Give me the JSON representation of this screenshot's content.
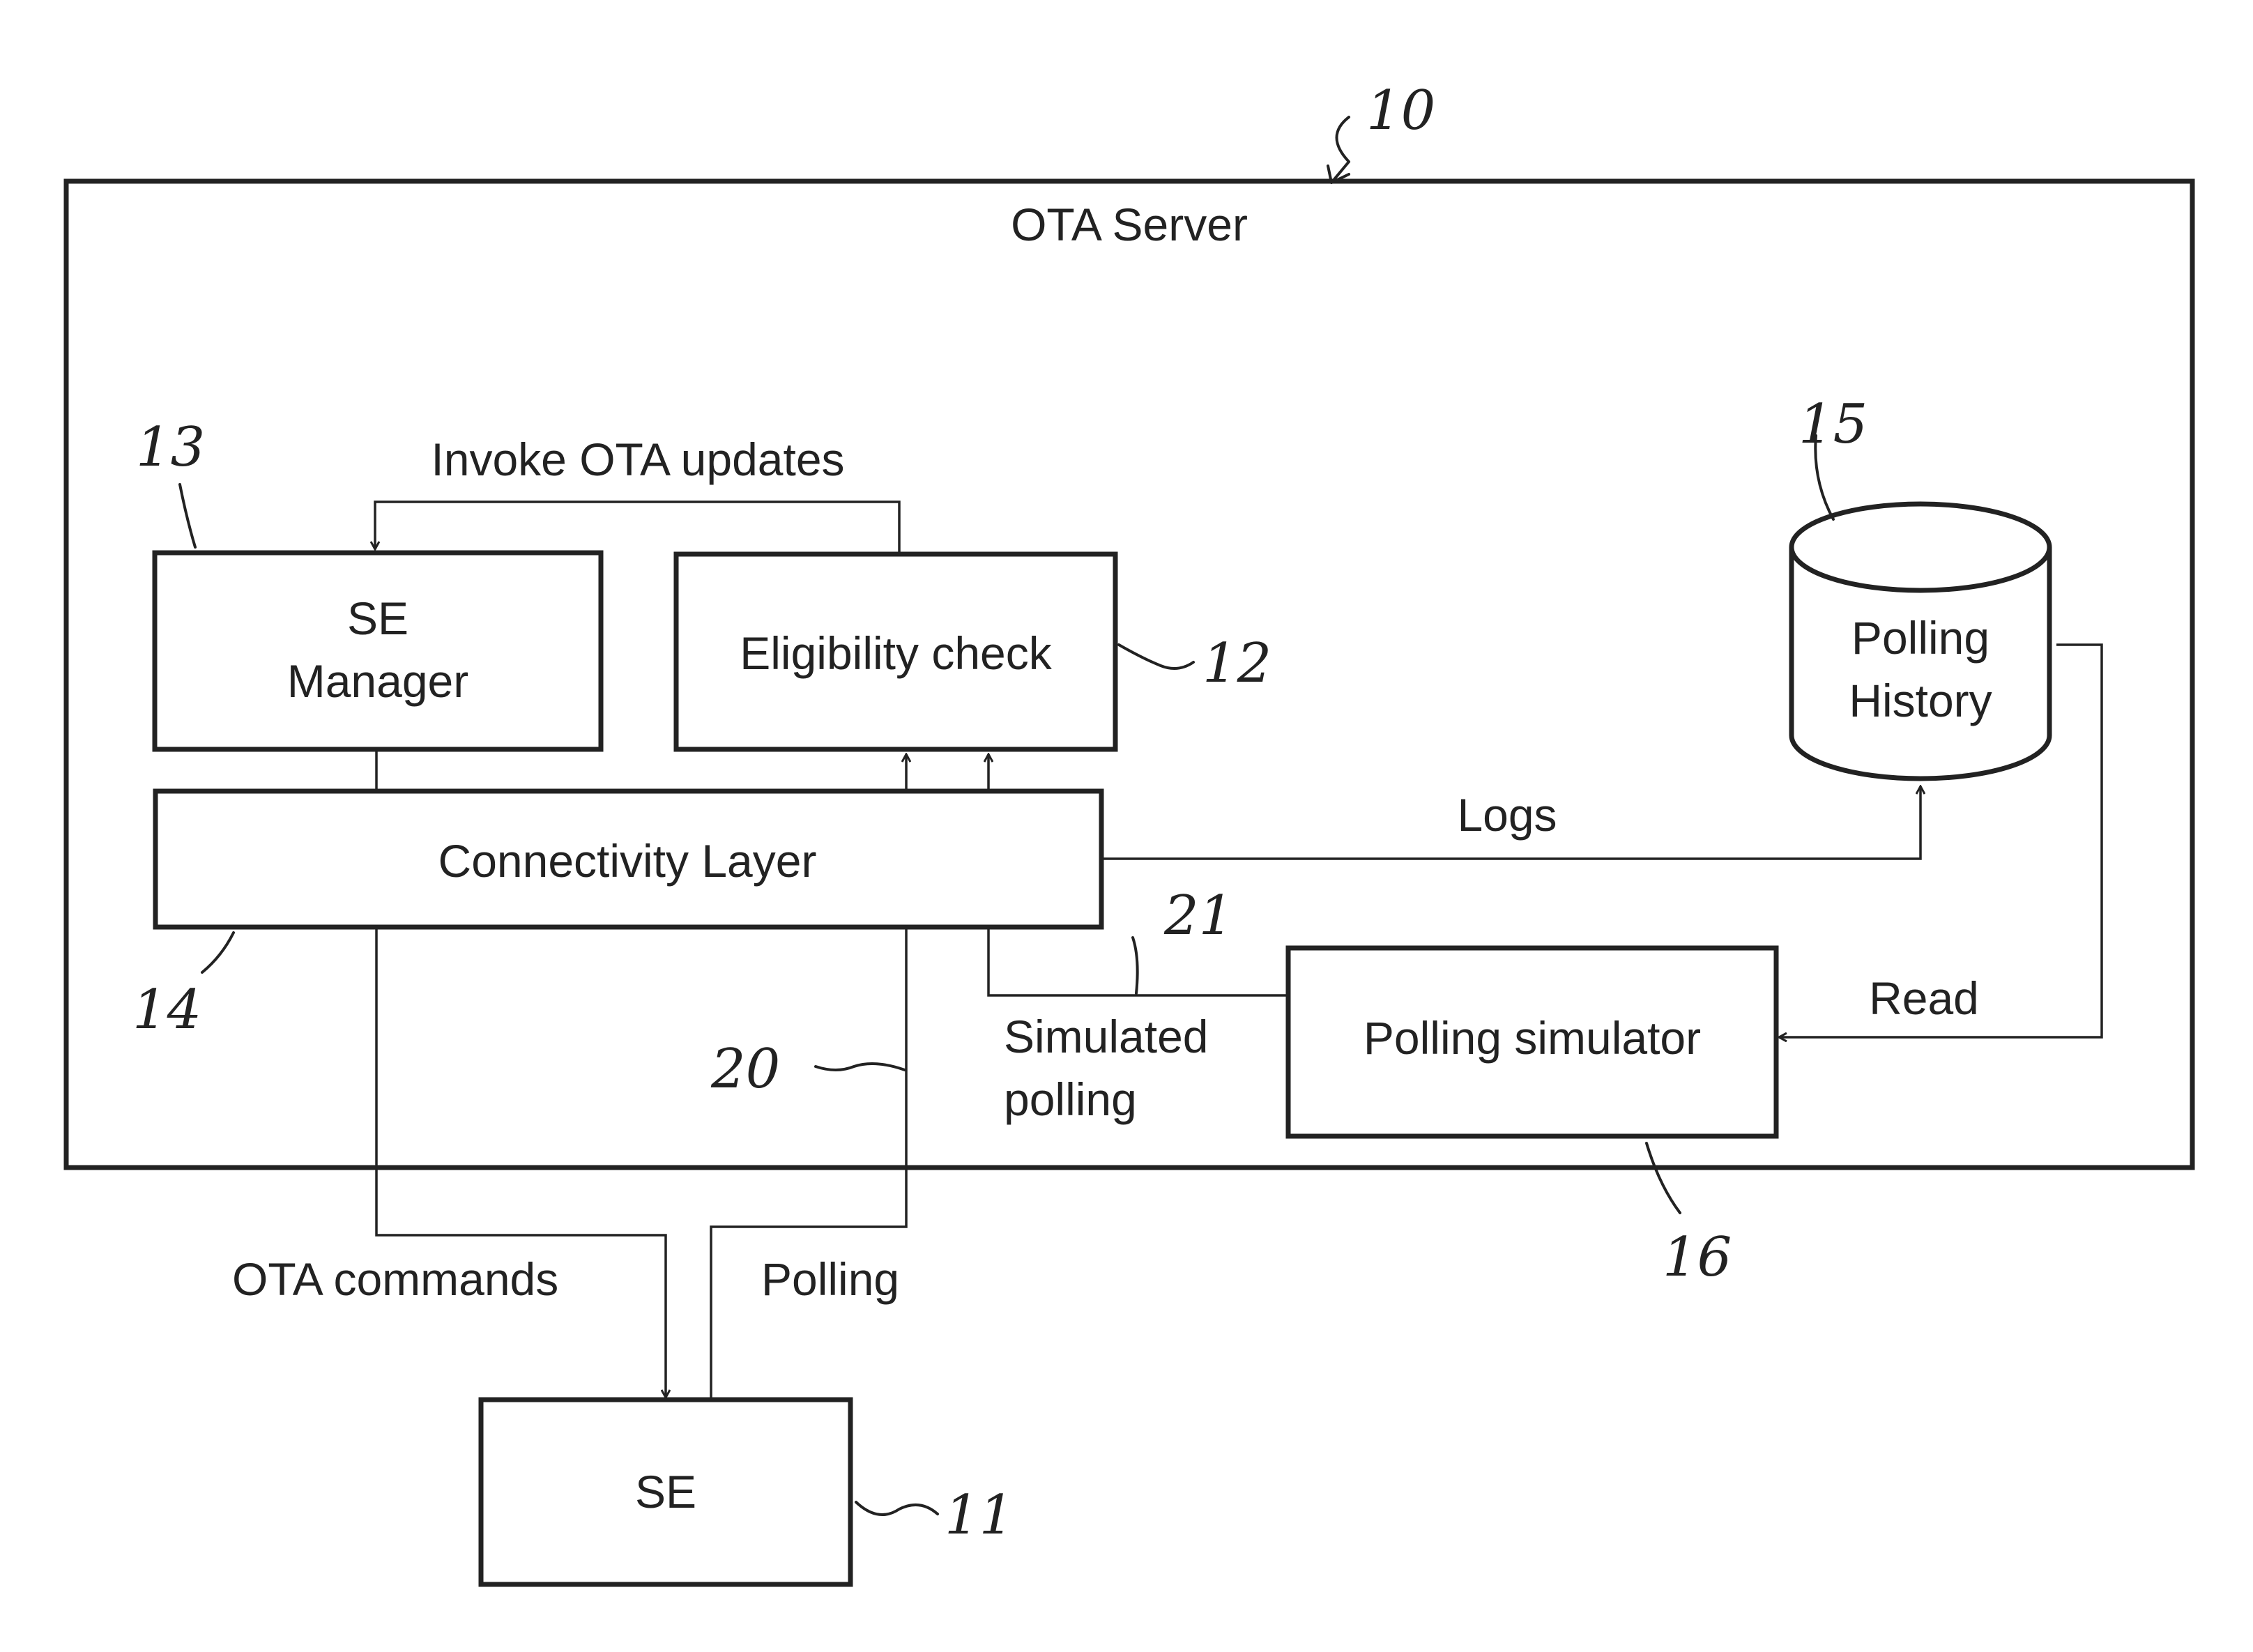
{
  "labels": {
    "ota_server": "OTA Server",
    "se_manager_line1": "SE",
    "se_manager_line2": "Manager",
    "eligibility_check": "Eligibility check",
    "polling_history_line1": "Polling",
    "polling_history_line2": "History",
    "connectivity_layer": "Connectivity Layer",
    "polling_simulator": "Polling simulator",
    "se": "SE"
  },
  "edge_labels": {
    "invoke": "Invoke OTA updates",
    "logs": "Logs",
    "read": "Read",
    "simulated_line1": "Simulated",
    "simulated_line2": "polling",
    "ota_commands": "OTA commands",
    "polling": "Polling"
  },
  "refs": {
    "server": "10",
    "se": "11",
    "eligibility": "12",
    "se_manager": "13",
    "connectivity": "14",
    "history": "15",
    "simulator": "16",
    "polling_path": "20",
    "simulated_path": "21"
  }
}
